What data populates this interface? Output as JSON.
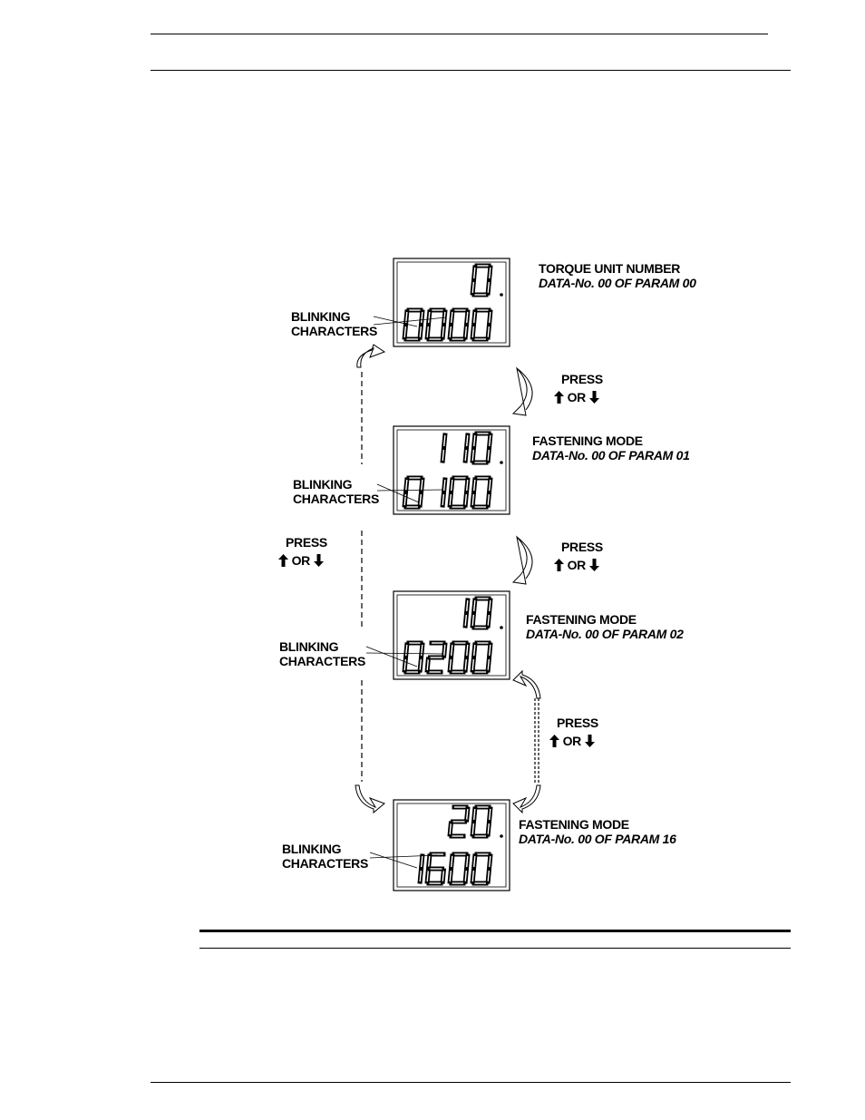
{
  "panels": [
    {
      "title": "TORQUE UNIT NUMBER",
      "subtitle": "DATA-No. 00 OF PARAM 00",
      "top": "0",
      "bottom": "0000"
    },
    {
      "title": "FASTENING MODE",
      "subtitle": "DATA-No. 00 OF PARAM 01",
      "top": "110",
      "bottom": "0100"
    },
    {
      "title": "FASTENING MODE",
      "subtitle": "DATA-No. 00 OF PARAM 02",
      "top": "10",
      "bottom": "0200"
    },
    {
      "title": "FASTENING MODE",
      "subtitle": "DATA-No. 00 OF PARAM 16",
      "top": "20",
      "bottom": "1600"
    }
  ],
  "blinking_label_line1": "BLINKING",
  "blinking_label_line2": "CHARACTERS",
  "press_label": "PRESS",
  "or_label": "OR",
  "icons": {
    "up": "up-arrow-icon",
    "down": "down-arrow-icon"
  }
}
